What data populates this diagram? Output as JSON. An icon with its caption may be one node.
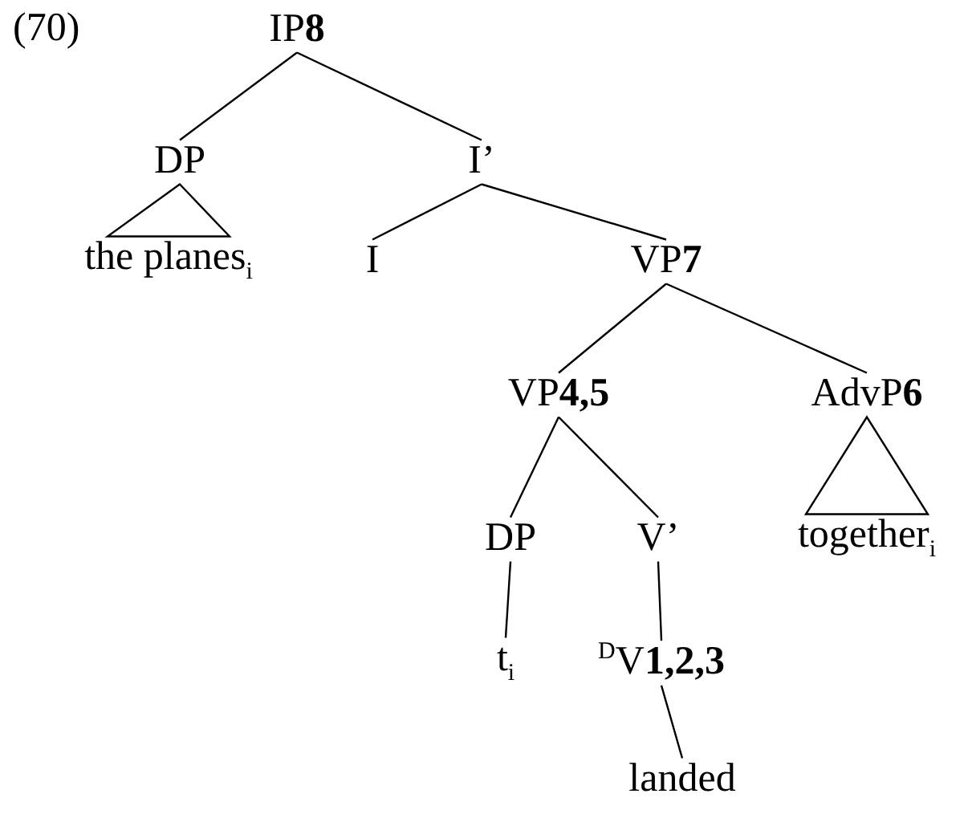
{
  "diagram": {
    "nodes": [
      {
        "text": [
          "IP**8**"
        ]
      },
      {
        "text": [
          "DP"
        ]
      },
      {
        "text": [
          "I’"
        ]
      },
      {
        "text": [
          "the planes$_{i}$"
        ]
      },
      {
        "text": [
          "I"
        ]
      },
      {
        "text": [
          "VP**7**"
        ]
      },
      {
        "text": [
          "VP**4,5**"
        ]
      },
      {
        "text": [
          "AdvP**6**"
        ]
      },
      {
        "text": [
          "DP"
        ]
      },
      {
        "text": [
          "V’"
        ]
      },
      {
        "text": [
          "together$_{i}$"
        ]
      },
      {
        "text": [
          "t$_{i}$"
        ]
      },
      {
        "text": [
          "$^{D}$V**1,2,3**"
        ]
      },
      {
        "text": [
          "landed"
        ]
      }
    ],
    "edges": [
      {
        "from": 0,
        "to": 1,
        "arrow": "none"
      },
      {
        "from": 0,
        "to": 2,
        "arrow": "none"
      },
      {
        "from": 1,
        "to": 3,
        "arrow": "none"
      },
      {
        "from": 2,
        "to": 4,
        "arrow": "none"
      },
      {
        "from": 2,
        "to": 5,
        "arrow": "none"
      },
      {
        "from": 5,
        "to": 6,
        "arrow": "none"
      },
      {
        "from": 5,
        "to": 7,
        "arrow": "none"
      },
      {
        "from": 6,
        "to": 8,
        "arrow": "none"
      },
      {
        "from": 6,
        "to": 9,
        "arrow": "none"
      },
      {
        "from": 7,
        "to": 10,
        "arrow": "none"
      },
      {
        "from": 8,
        "to": 11,
        "arrow": "none"
      },
      {
        "from": 9,
        "to": 12,
        "arrow": "none"
      },
      {
        "from": 12,
        "to": 13,
        "arrow": "none"
      }
    ],
    "labels": [
      "(70)"
    ]
  }
}
